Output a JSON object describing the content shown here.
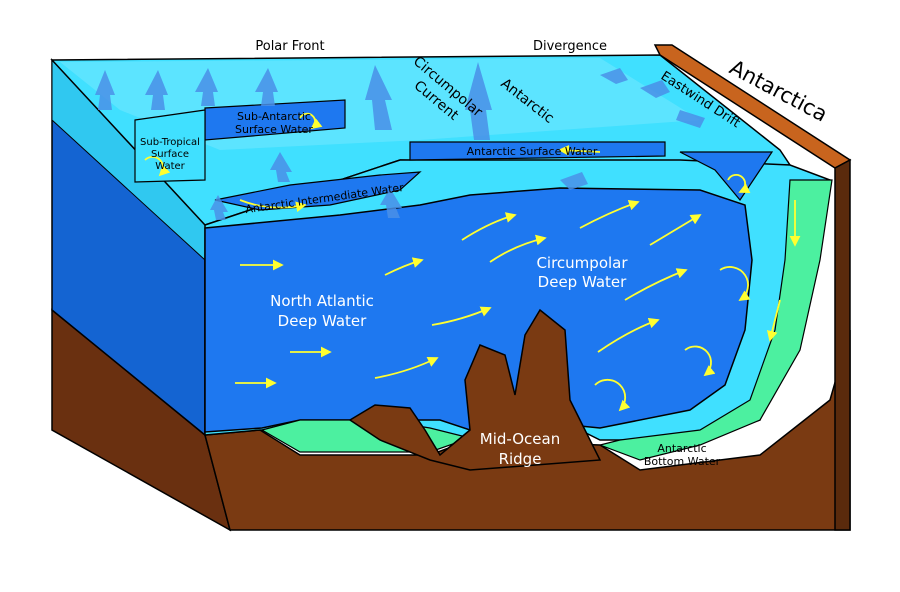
{
  "labels": {
    "polar_front": "Polar Front",
    "divergence": "Divergence",
    "antarctica": "Antarctica",
    "sub_antarctic_1": "Sub-Antarctic",
    "sub_antarctic_2": "Surface Water",
    "sub_tropical_1": "Sub-Tropical",
    "sub_tropical_2": "Surface",
    "sub_tropical_3": "Water",
    "circumpolar_current_1": "Circumpolar",
    "circumpolar_current_2": "Current",
    "antarctic": "Antarctic",
    "eastwind_drift": "Eastwind Drift",
    "antarctic_surface_water": "Antarctic Surface Water",
    "antarctic_intermediate_water": "Antarctic Intermediate Water",
    "circumpolar_deep_1": "Circumpolar",
    "circumpolar_deep_2": "Deep Water",
    "north_atlantic_1": "North Atlantic",
    "north_atlantic_2": "Deep Water",
    "mid_ocean_1": "Mid-Ocean",
    "mid_ocean_2": "Ridge",
    "antarctic_bottom_1": "Antarctic",
    "antarctic_bottom_2": "Bottom Water"
  },
  "colors": {
    "surface_water": "#40e0ff",
    "surface_light": "#9ef0ff",
    "deep_water": "#1e78f0",
    "deep_dark": "#1464d2",
    "bottom_water": "#4cf0a0",
    "seabed": "#7a3a12",
    "seabed_dark": "#5a2a0c",
    "antarctica_land": "#c8641e",
    "flow_arrow": "#ffff30",
    "current_arrow": "#4a90e8"
  }
}
